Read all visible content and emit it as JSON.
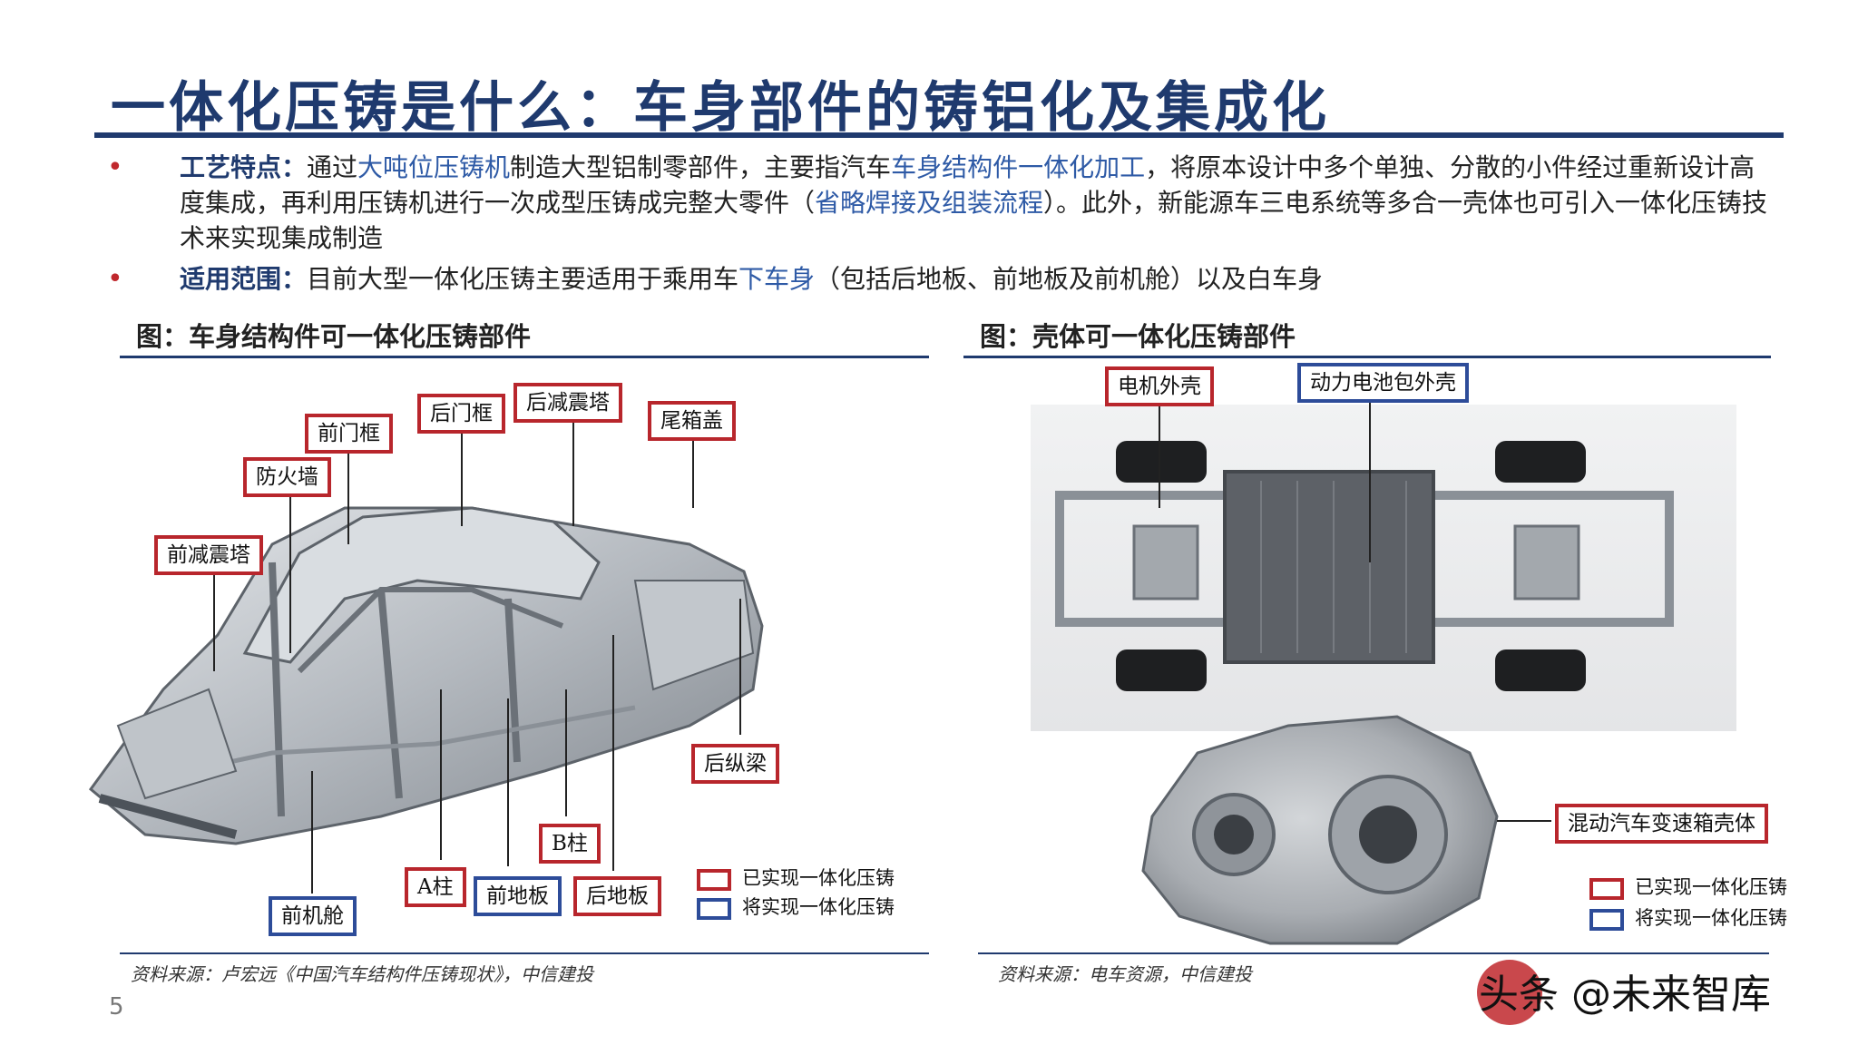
{
  "title": "一体化压铸是什么：车身部件的铸铝化及集成化",
  "bullets": [
    {
      "label": "工艺特点",
      "sep": "：",
      "parts": [
        {
          "t": "通过",
          "k": false
        },
        {
          "t": "大吨位压铸机",
          "k": true
        },
        {
          "t": "制造大型铝制零部件，主要指汽车",
          "k": false
        },
        {
          "t": "车身结构件一体化加工",
          "k": true
        },
        {
          "t": "，将原本设计中多个单独、分散的小件经过重新设计高度集成，再利用压铸机进行一次成型压铸成完整大零件（",
          "k": false
        },
        {
          "t": "省略焊接及组装流程",
          "k": true
        },
        {
          "t": "）。此外，新能源车三电系统等多合一壳体也可引入一体化压铸技术来实现集成制造",
          "k": false
        }
      ]
    },
    {
      "label": "适用范围",
      "sep": "：",
      "parts": [
        {
          "t": "目前大型一体化压铸主要适用于乘用车",
          "k": false
        },
        {
          "t": "下车身",
          "k": true
        },
        {
          "t": "（包括后地板、前地板及前机舱）以及白车身",
          "k": false
        }
      ]
    }
  ],
  "fig_left": {
    "caption": "图：车身结构件可一体化压铸部件",
    "source": "资料来源：卢宏远《中国汽车结构件压铸现状》，中信建投",
    "callouts": [
      {
        "text": "前门框",
        "color": "red"
      },
      {
        "text": "后门框",
        "color": "red"
      },
      {
        "text": "后减震塔",
        "color": "red"
      },
      {
        "text": "尾箱盖",
        "color": "red"
      },
      {
        "text": "防火墙",
        "color": "red"
      },
      {
        "text": "前减震塔",
        "color": "red"
      },
      {
        "text": "后纵梁",
        "color": "red"
      },
      {
        "text": "B柱",
        "color": "red"
      },
      {
        "text": "A柱",
        "color": "red"
      },
      {
        "text": "前地板",
        "color": "blue"
      },
      {
        "text": "后地板",
        "color": "red"
      },
      {
        "text": "前机舱",
        "color": "blue"
      }
    ],
    "legend": {
      "realized": "已实现一体化压铸",
      "future": "将实现一体化压铸"
    }
  },
  "fig_right": {
    "caption": "图：壳体可一体化压铸部件",
    "source": "资料来源：电车资源，中信建投",
    "callouts": [
      {
        "text": "电机外壳",
        "color": "red"
      },
      {
        "text": "动力电池包外壳",
        "color": "blue"
      },
      {
        "text": "混动汽车变速箱壳体",
        "color": "red"
      }
    ],
    "legend": {
      "realized": "已实现一体化压铸",
      "future": "将实现一体化压铸"
    }
  },
  "page_number": "5",
  "watermark": "头条 @未来智库",
  "colors": {
    "title": "#1f3a6e",
    "keyword": "#2e5aa6",
    "bullet": "#c0282d",
    "red_box": "#b8262c",
    "blue_box": "#2d4c99"
  }
}
